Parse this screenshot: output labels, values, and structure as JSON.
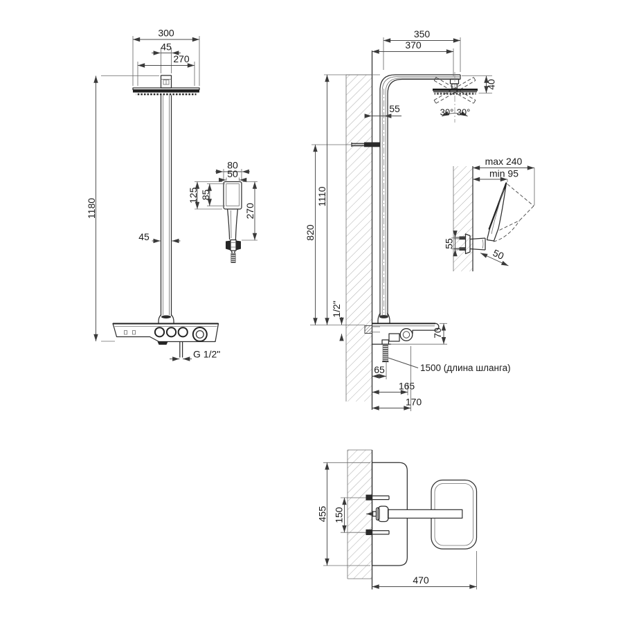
{
  "front_view": {
    "head_width": "300",
    "joint_width": "45",
    "spray_width": "270",
    "total_height": "1180",
    "column_width": "45",
    "outlet_thread": "G 1/2\""
  },
  "hand_shower_detail": {
    "head_width": "80",
    "spray_width": "50",
    "head_length": "125",
    "spray_length": "85",
    "total_length": "270"
  },
  "side_view": {
    "arm_length": "350",
    "head_to_wall": "370",
    "head_height": "40",
    "column_to_wall": "55",
    "tilt_left": "30°",
    "tilt_right": "30°",
    "height_to_arm": "1110",
    "height_to_bracket": "820",
    "supply_thread": "1/2\"",
    "shelf_height": "70",
    "hose_to_wall": "65",
    "shelf_depth": "165",
    "shelf_depth_total": "170",
    "hose_length_note": "1500 (длина шланга)"
  },
  "holder_detail": {
    "max_distance": "max 240",
    "min_distance": "min 95",
    "mount_spacing": "55",
    "holder_width": "50"
  },
  "top_view": {
    "shelf_length": "455",
    "mount_spacing": "150",
    "total_depth": "470"
  }
}
